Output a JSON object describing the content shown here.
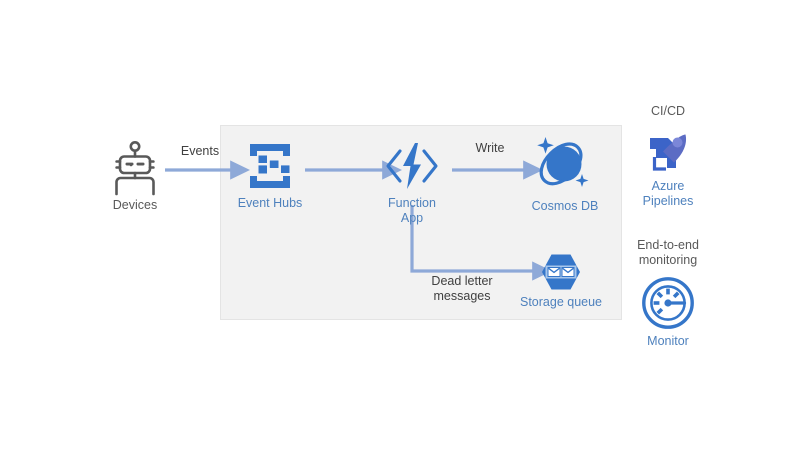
{
  "diagram": {
    "title_text": "",
    "background_color": "#ffffff",
    "group_box": {
      "name": "azure-solution-boundary",
      "fill": "#f2f2f2",
      "stroke": "#e4e4e4"
    },
    "colors": {
      "azure_blue": "#3576c9",
      "label_blue": "#4e81bd",
      "arrow_blue": "#8ea9d8",
      "text_grey": "#595959",
      "icon_grey": "#595959",
      "pipelines_purple": "#5c6cc4",
      "pipelines_blue": "#3c64c8"
    }
  },
  "nodes": [
    {
      "id": "devices",
      "label": "Devices",
      "icon": "robot-icon"
    },
    {
      "id": "event-hubs",
      "label": "Event Hubs",
      "icon": "event-hubs-icon"
    },
    {
      "id": "function-app",
      "label": "Function\nApp",
      "icon": "function-app-icon"
    },
    {
      "id": "cosmos-db",
      "label": "Cosmos DB",
      "icon": "cosmos-db-icon"
    },
    {
      "id": "storage-queue",
      "label": "Storage queue",
      "icon": "storage-queue-icon"
    },
    {
      "id": "azure-pipelines",
      "label": "Azure\nPipelines",
      "icon": "azure-pipelines-icon"
    },
    {
      "id": "monitor",
      "label": "Monitor",
      "icon": "azure-monitor-icon"
    }
  ],
  "edges": [
    {
      "id": "devices-to-eventhubs",
      "label": "Events",
      "from": "devices",
      "to": "event-hubs"
    },
    {
      "id": "eventhubs-to-function",
      "label": "",
      "from": "event-hubs",
      "to": "function-app"
    },
    {
      "id": "function-to-cosmos",
      "label": "Write",
      "from": "function-app",
      "to": "cosmos-db"
    },
    {
      "id": "function-to-queue",
      "label": "Dead letter\nmessages",
      "from": "function-app",
      "to": "storage-queue"
    }
  ],
  "captions": [
    {
      "id": "cicd-caption",
      "text": "CI/CD"
    },
    {
      "id": "monitoring-caption",
      "text": "End-to-end\nmonitoring"
    }
  ]
}
